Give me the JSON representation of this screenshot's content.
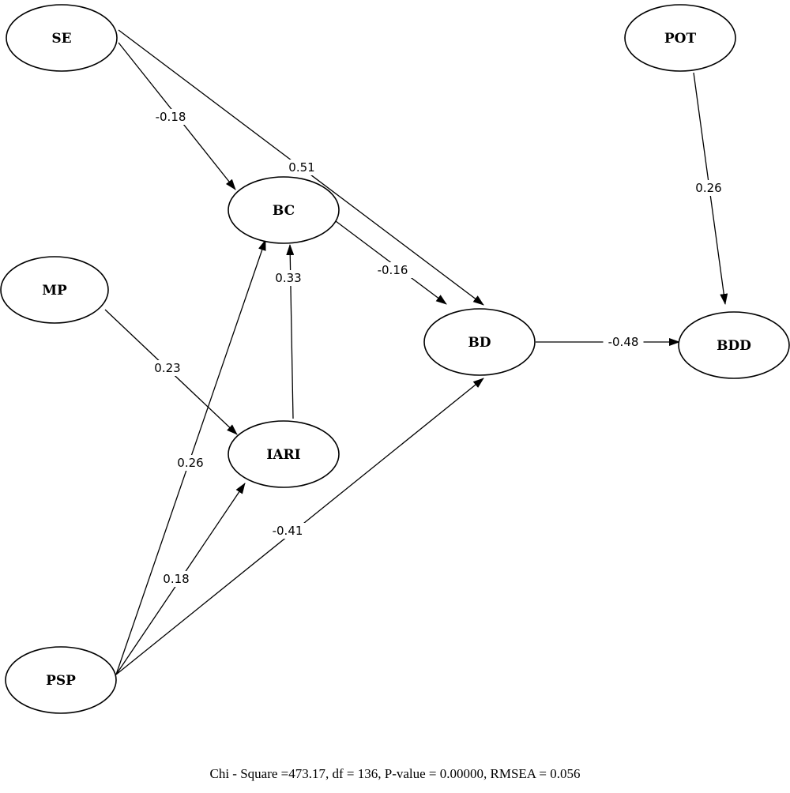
{
  "diagram": {
    "nodes": [
      {
        "id": "SE",
        "label": "SE"
      },
      {
        "id": "POT",
        "label": "POT"
      },
      {
        "id": "BC",
        "label": "BC"
      },
      {
        "id": "MP",
        "label": "MP"
      },
      {
        "id": "BD",
        "label": "BD"
      },
      {
        "id": "BDD",
        "label": "BDD"
      },
      {
        "id": "IARI",
        "label": "IARI"
      },
      {
        "id": "PSP",
        "label": "PSP"
      }
    ],
    "edges": [
      {
        "from": "SE",
        "to": "BC",
        "coefficient": "-0.18"
      },
      {
        "from": "SE",
        "to": "BD",
        "coefficient": "0.51"
      },
      {
        "from": "POT",
        "to": "BDD",
        "coefficient": "0.26"
      },
      {
        "from": "BC",
        "to": "BD",
        "coefficient": "-0.16"
      },
      {
        "from": "IARI",
        "to": "BC",
        "coefficient": "0.33"
      },
      {
        "from": "MP",
        "to": "IARI",
        "coefficient": "0.23"
      },
      {
        "from": "BD",
        "to": "BDD",
        "coefficient": "-0.48"
      },
      {
        "from": "PSP",
        "to": "BC",
        "coefficient": "0.26"
      },
      {
        "from": "PSP",
        "to": "IARI",
        "coefficient": "0.18"
      },
      {
        "from": "PSP",
        "to": "BD",
        "coefficient": "-0.41"
      }
    ],
    "fit_statistics": "Chi - Square =473.17, df = 136, P-value = 0.00000, RMSEA = 0.056"
  }
}
